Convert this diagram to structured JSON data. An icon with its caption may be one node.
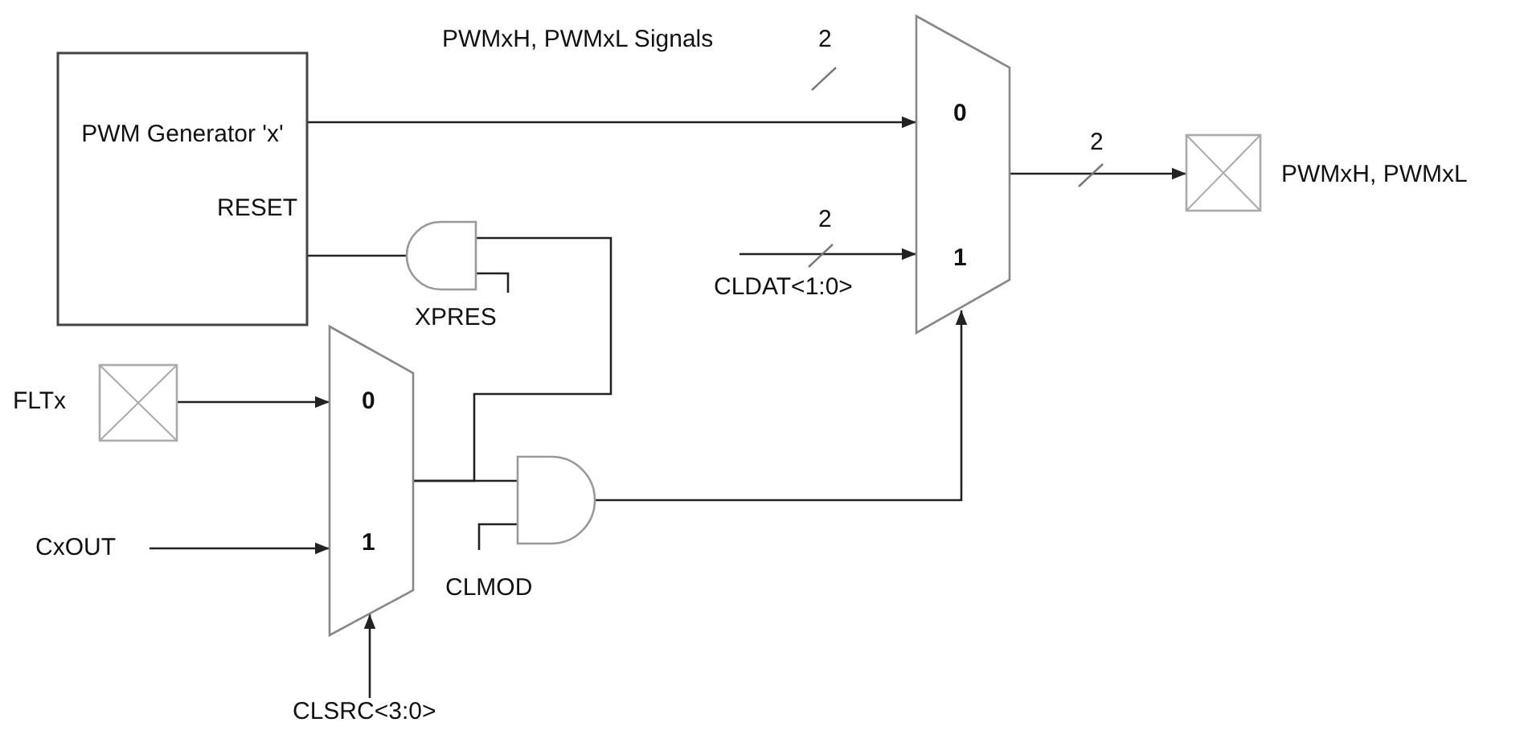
{
  "diagram": {
    "nodes": [
      {
        "text": [
          "PWM Generator 'x'",
          "RESET"
        ]
      },
      {
        "text": [],
        "shape": "gate"
      },
      {
        "text": [
          "0",
          "1"
        ]
      },
      {
        "text": [],
        "shape": "gate",
        "beside": [
          "CLMOD"
        ]
      },
      {
        "text": [
          "0",
          "1"
        ]
      },
      {
        "text": [],
        "shape": "box",
        "beside": [
          "FLTx"
        ]
      },
      {
        "text": [],
        "shape": "box",
        "beside": [
          "PWMxH, PWMxL"
        ]
      },
      {
        "text": [
          "CxOUT"
        ]
      },
      {
        "text": [
          "CLSRC<3:0>"
        ]
      },
      {
        "text": [
          "CLDAT<1:0>"
        ]
      }
    ],
    "edges": [
      {
        "from": 0,
        "to": 4,
        "arrow": "to"
      },
      {
        "from": 1,
        "to": 0,
        "arrow": "none"
      },
      {
        "from": 2,
        "to": 1,
        "arrow": "none"
      },
      {
        "from": 5,
        "to": 2,
        "arrow": "to"
      },
      {
        "from": 7,
        "to": 2,
        "arrow": "to"
      },
      {
        "from": 8,
        "to": 2,
        "arrow": "to"
      },
      {
        "from": 2,
        "to": 3,
        "arrow": "none"
      },
      {
        "from": 3,
        "to": 4,
        "arrow": "to"
      },
      {
        "from": 9,
        "to": 4,
        "arrow": "to"
      },
      {
        "from": 4,
        "to": 6,
        "arrow": "to"
      }
    ],
    "labels": [
      "PWMxH, PWMxL Signals",
      "2",
      "2",
      "2",
      "XPRES"
    ]
  }
}
